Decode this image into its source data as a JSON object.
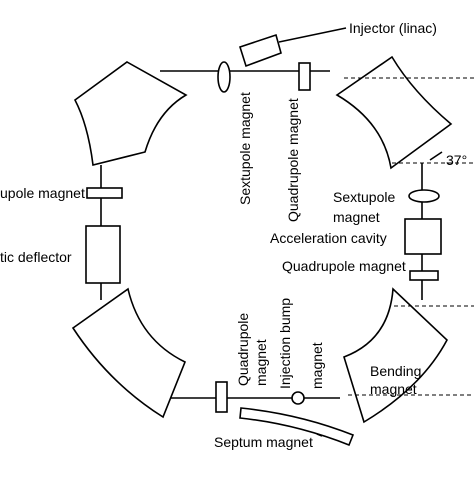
{
  "labels": {
    "injector": "Injector (linac)",
    "sextupole_top": "Sextupole magnet",
    "quadrupole_top": "Quadrupole magnet",
    "angle": "37°",
    "sextupole_left": "upole magnet",
    "deflector": "tic deflector",
    "sextupole_right_1": "Sextupole",
    "sextupole_right_2": "magnet",
    "acceleration_cavity": "Acceleration cavity",
    "quadrupole_right": "Quadrupole magnet",
    "quadrupole_bottom_1": "Quadrupole",
    "quadrupole_bottom_2": "magnet",
    "injection_bump_1": "Injection bump",
    "injection_bump_2": "magnet",
    "bending_1": "Bending",
    "bending_2": "magnet",
    "septum": "Septum magnet"
  }
}
